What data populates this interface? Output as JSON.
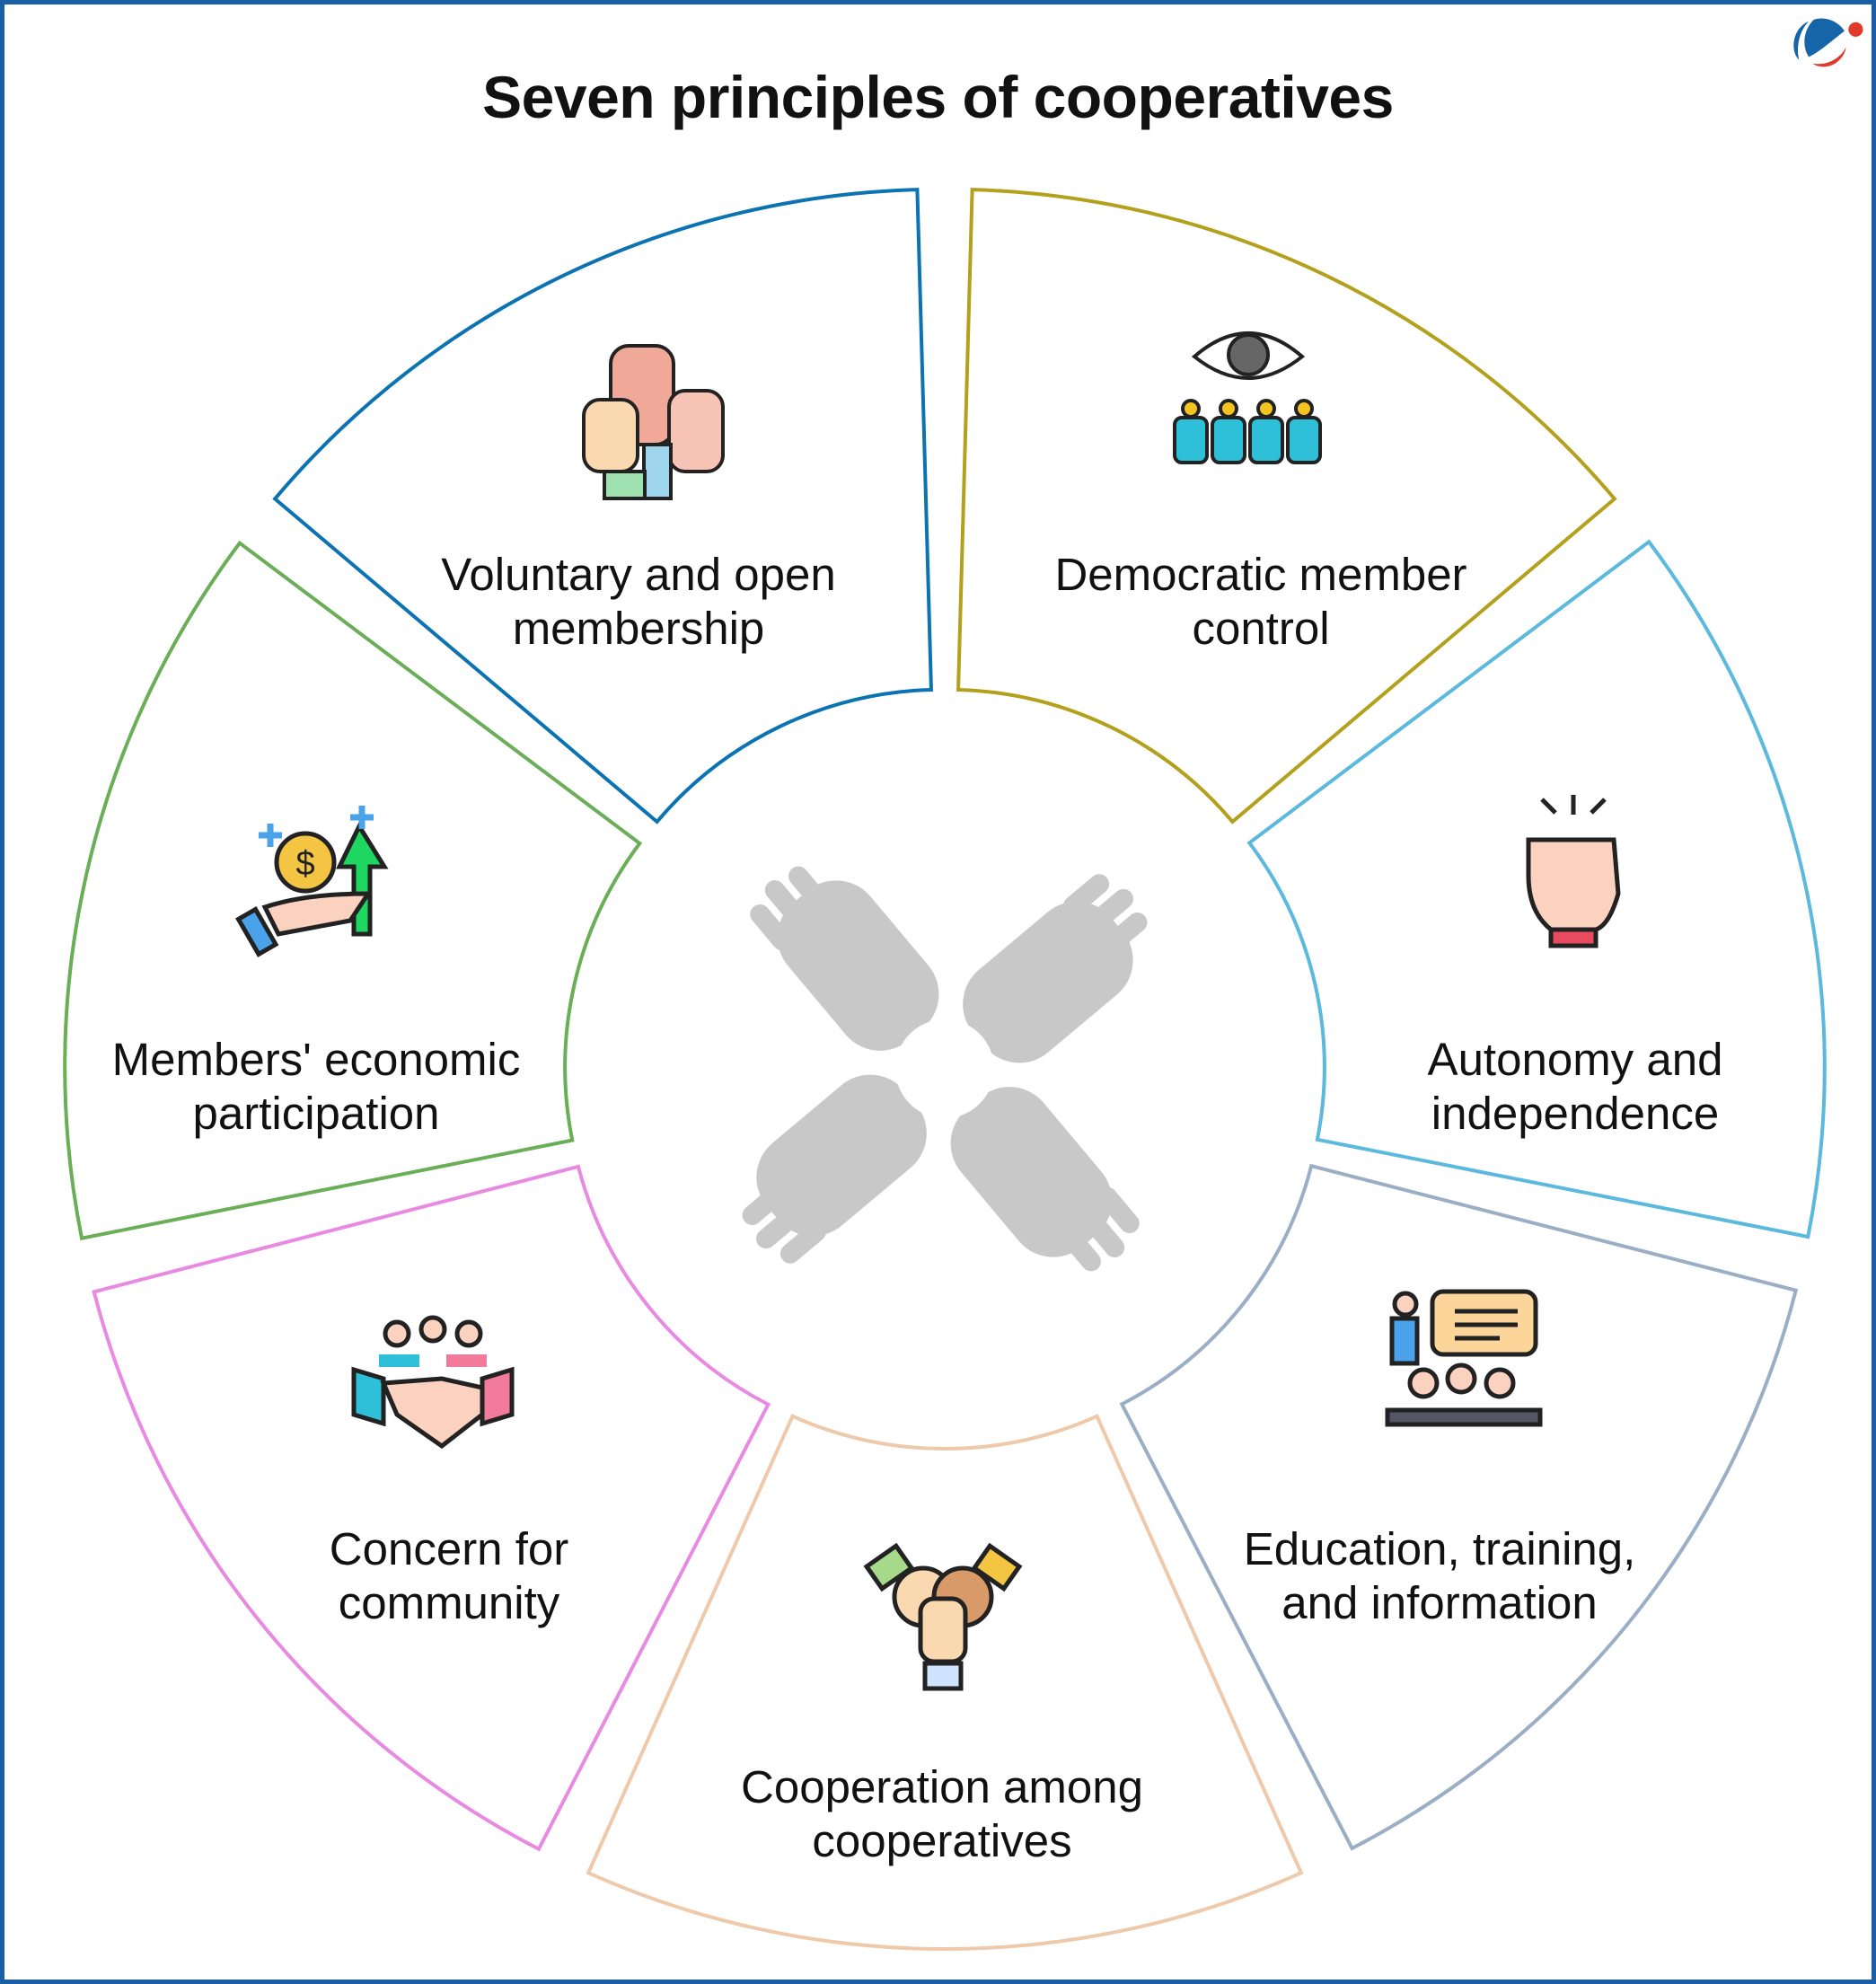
{
  "title": "Seven principles of cooperatives",
  "center_icon": "joined-hands-icon",
  "segments": [
    {
      "id": "voluntary",
      "lines": [
        "Voluntary and open",
        "membership"
      ],
      "color": "#0b73b1",
      "icon": "raised-hands-icon"
    },
    {
      "id": "democratic",
      "lines": [
        "Democratic member",
        "control"
      ],
      "color": "#b3a01c",
      "icon": "eye-over-people-icon"
    },
    {
      "id": "autonomy",
      "lines": [
        "Autonomy and",
        "independence"
      ],
      "color": "#5ab9dd",
      "icon": "raised-fist-icon"
    },
    {
      "id": "education",
      "lines": [
        "Education, training,",
        "and information"
      ],
      "color": "#9aaec5",
      "icon": "presentation-icon"
    },
    {
      "id": "cooperation",
      "lines": [
        "Cooperation among",
        "cooperatives"
      ],
      "color": "#eec9aa",
      "icon": "stacked-hands-icon"
    },
    {
      "id": "concern",
      "lines": [
        "Concern for",
        "community"
      ],
      "color": "#e98ae2",
      "icon": "handshake-icon"
    },
    {
      "id": "members",
      "lines": [
        "Members' economic",
        "participation"
      ],
      "color": "#6aae58",
      "icon": "money-growth-icon"
    }
  ],
  "brand": {
    "primary": "#1565a8",
    "accent": "#e03a2a"
  }
}
